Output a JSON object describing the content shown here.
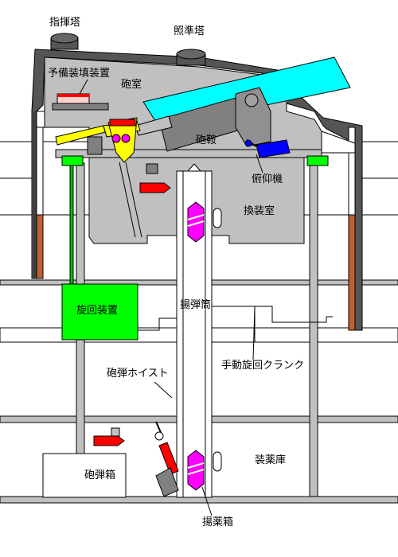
{
  "labels": {
    "director_tower": "指揮塔",
    "sighting_tower": "照準塔",
    "spare_loading_device": "予備装填装置",
    "gun_room": "砲室",
    "gun_cradle": "砲鞍",
    "elevation_machine": "俯仰機",
    "transfer_room": "換装室",
    "training_gear": "旋回装置",
    "hoist_trunk": "揚弾筒",
    "manual_training_crank": "手動旋回クランク",
    "shell_hoist": "砲弾ホイスト",
    "powder_magazine": "装薬庫",
    "shell_box": "砲弾箱",
    "powder_hoist_box": "揚薬箱"
  },
  "colors": {
    "barrel": "#00ffff",
    "training_gear": "#00ff00",
    "shell": "#ff0000",
    "powder_bag": "#ff00ff",
    "loading_tray": "#ffff00",
    "elevation_cylinder": "#0000ff",
    "armor_wood": "#c06030",
    "structure": "#c0c0c0",
    "machinery": "#808080"
  }
}
